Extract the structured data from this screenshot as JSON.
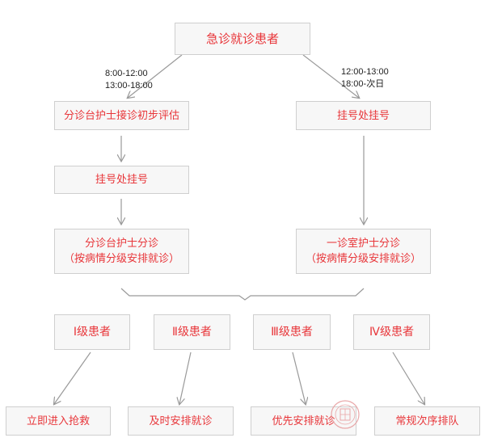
{
  "top": "急诊就诊患者",
  "time_left": [
    "8:00-12:00",
    "13:00-18:00"
  ],
  "time_right": [
    "12:00-13:00",
    "18:00-次日"
  ],
  "left_flow": {
    "triage_assess": "分诊台护士接诊初步评估",
    "register": "挂号处挂号",
    "triage_line1": "分诊台护士分诊",
    "triage_line2": "（按病情分级安排就诊）"
  },
  "right_flow": {
    "register": "挂号处挂号",
    "room_line1": "一诊室护士分诊",
    "room_line2": "（按病情分级安排就诊）"
  },
  "levels": [
    "Ⅰ级患者",
    "Ⅱ级患者",
    "Ⅲ级患者",
    "Ⅳ级患者"
  ],
  "actions": [
    "立即进入抢救",
    "及时安排就诊",
    "优先安排就诊",
    "常规次序排队"
  ],
  "colors": {
    "accent": "#e8363a",
    "box_bg": "#f7f7f7",
    "border": "#cfcfcf",
    "line": "#999999"
  }
}
